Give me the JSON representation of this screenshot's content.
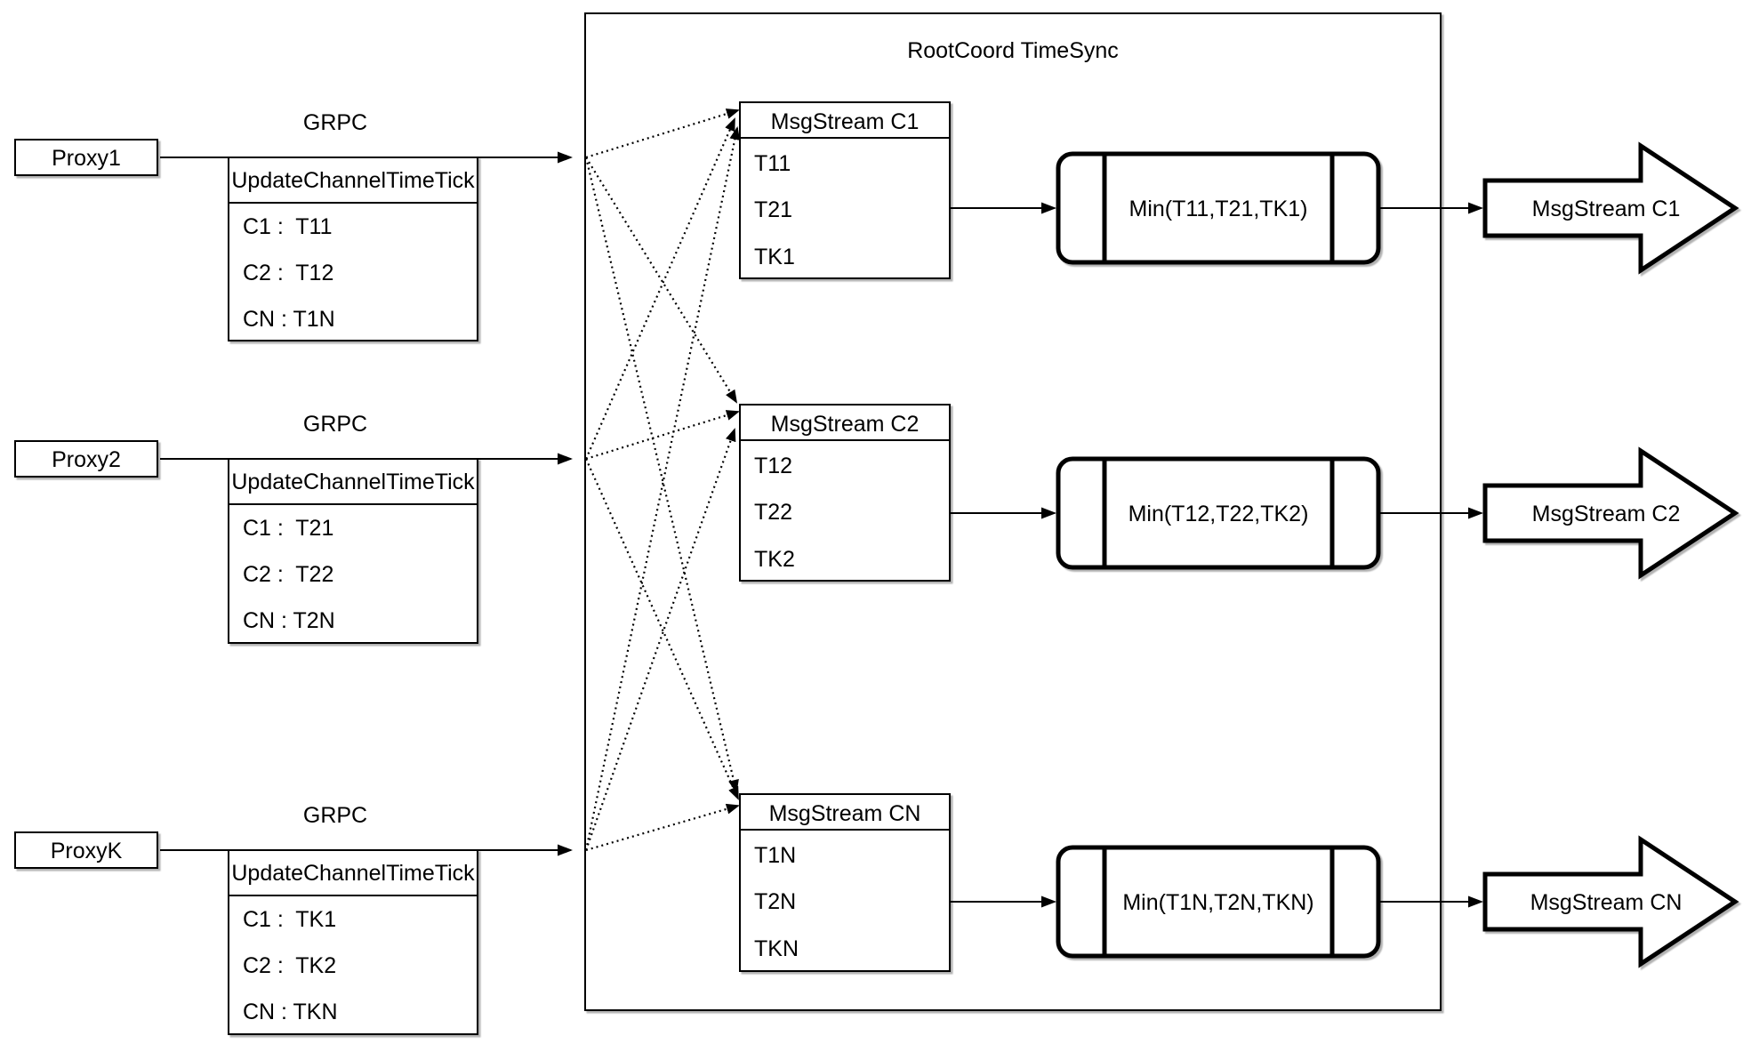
{
  "diagram": {
    "title": "RootCoord TimeSync",
    "colors": {
      "stroke": "#000000",
      "background": "#ffffff"
    },
    "rows": [
      {
        "proxy_label": "Proxy1",
        "grpc_label": "GRPC",
        "update_table": {
          "header": "UpdateChannelTimeTick",
          "entries": [
            "C1 :  T11",
            "C2 :  T12",
            "CN : T1N"
          ]
        },
        "msgstream_box": {
          "header": "MsgStream C1",
          "entries": [
            "T11",
            "T21",
            "TK1"
          ]
        },
        "min_label": "Min(T11,T21,TK1)",
        "output_arrow_label": "MsgStream C1"
      },
      {
        "proxy_label": "Proxy2",
        "grpc_label": "GRPC",
        "update_table": {
          "header": "UpdateChannelTimeTick",
          "entries": [
            "C1 :  T21",
            "C2 :  T22",
            "CN : T2N"
          ]
        },
        "msgstream_box": {
          "header": "MsgStream C2",
          "entries": [
            "T12",
            "T22",
            "TK2"
          ]
        },
        "min_label": "Min(T12,T22,TK2)",
        "output_arrow_label": "MsgStream C2"
      },
      {
        "proxy_label": "ProxyK",
        "grpc_label": "GRPC",
        "update_table": {
          "header": "UpdateChannelTimeTick",
          "entries": [
            "C1 :  TK1",
            "C2 :  TK2",
            "CN : TKN"
          ]
        },
        "msgstream_box": {
          "header": "MsgStream CN",
          "entries": [
            "T1N",
            "T2N",
            "TKN"
          ]
        },
        "min_label": "Min(T1N,T2N,TKN)",
        "output_arrow_label": "MsgStream CN"
      }
    ]
  }
}
